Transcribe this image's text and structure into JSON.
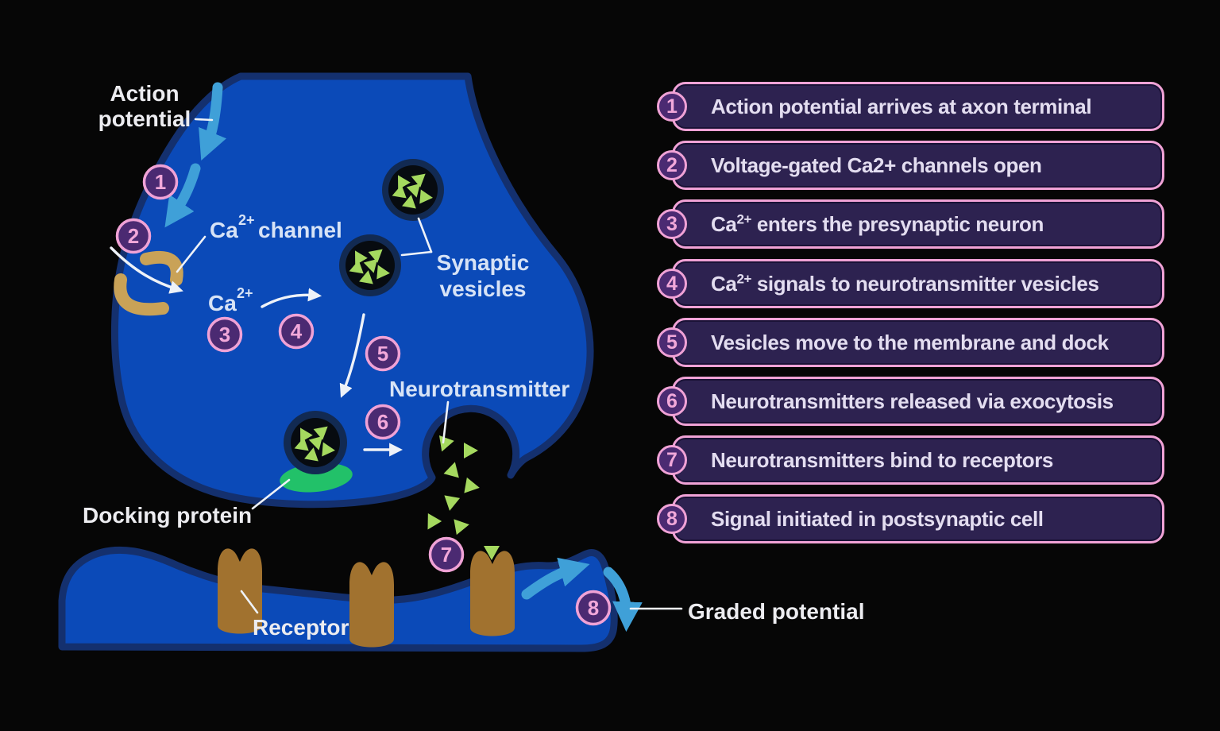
{
  "steps": [
    {
      "num": "1",
      "pre": "",
      "sup": "",
      "text": "Action potential arrives at axon terminal"
    },
    {
      "num": "2",
      "pre": "",
      "sup": "",
      "text": "Voltage-gated Ca2+ channels open"
    },
    {
      "num": "3",
      "pre": "Ca",
      "sup": "2+",
      "text": " enters the presynaptic neuron"
    },
    {
      "num": "4",
      "pre": "Ca",
      "sup": "2+",
      "text": " signals to neurotransmitter vesicles"
    },
    {
      "num": "5",
      "pre": "",
      "sup": "",
      "text": "Vesicles move to the membrane and dock"
    },
    {
      "num": "6",
      "pre": "",
      "sup": "",
      "text": "Neurotransmitters released via exocytosis"
    },
    {
      "num": "7",
      "pre": "",
      "sup": "",
      "text": "Neurotransmitters bind to receptors"
    },
    {
      "num": "8",
      "pre": "",
      "sup": "",
      "text": "Signal initiated in postsynaptic cell"
    }
  ],
  "diagram": {
    "labels": {
      "action_line1": "Action",
      "action_line2": "potential",
      "ca_channel_base": "Ca",
      "ca_channel_sup": "2+",
      "ca_channel_rest": "channel",
      "ca_ion_base": "Ca",
      "ca_ion_sup": "2+",
      "vesicles_line1": "Synaptic",
      "vesicles_line2": "vesicles",
      "neurotransmitter": "Neurotransmitter",
      "docking_protein": "Docking protein",
      "receptor": "Receptor",
      "graded_potential": "Graded potential"
    },
    "colors": {
      "background": "#060606",
      "cell_blue": "#0b4ab8",
      "membrane_navy": "#14306e",
      "vesicle_ring": "#122a52",
      "vesicle_core": "#070b10",
      "neurotransmitter_green": "#a5d95f",
      "docking_green": "#22c169",
      "receptor_brown": "#a1722f",
      "channel_tan": "#c9a257",
      "signal_blue": "#3fa0d8",
      "accent_pink": "#f0a2d6",
      "panel_purple": "#2d2250",
      "badge_purple": "#4b2a72",
      "text_light": "#e3ddf0"
    }
  }
}
